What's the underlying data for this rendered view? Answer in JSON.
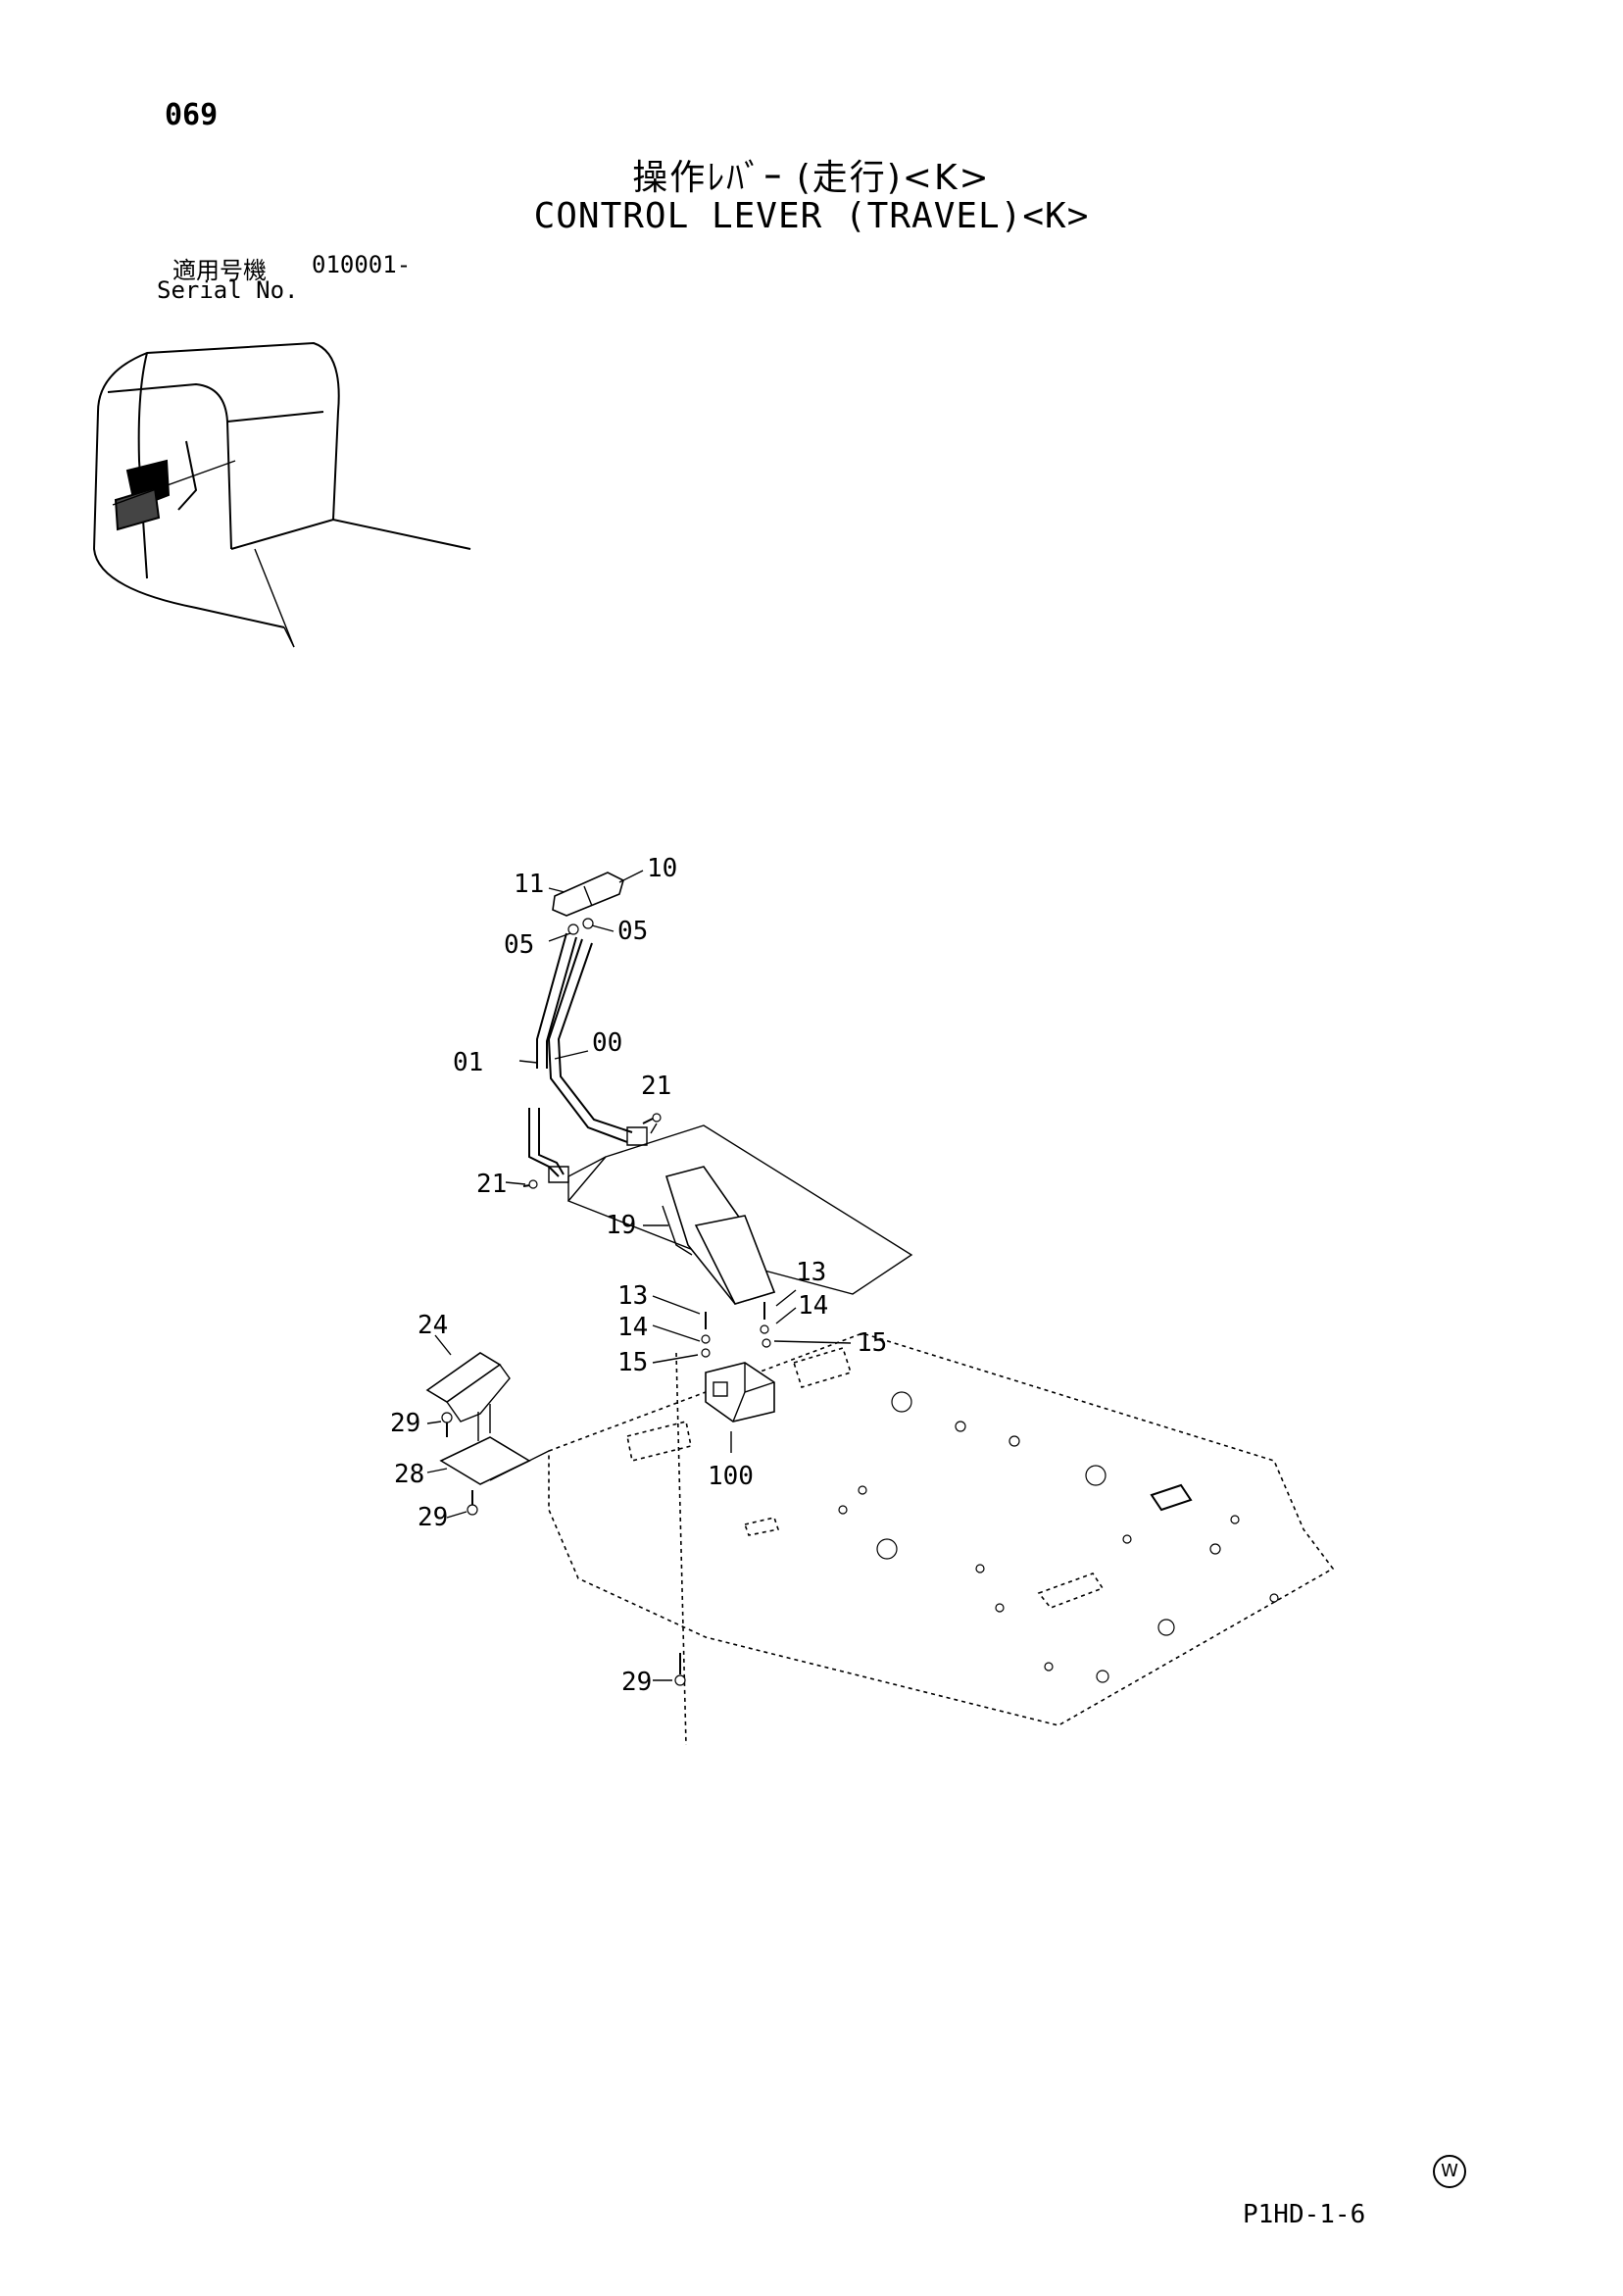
{
  "page_number": "069",
  "title_jp": "操作ﾚﾊﾞｰ (走行)<K>",
  "title_en": "CONTROL LEVER (TRAVEL)<K>",
  "serial": {
    "label_jp": "適用号機",
    "value": "010001-",
    "label_en": "Serial No."
  },
  "part_labels": [
    "11",
    "10",
    "05",
    "05",
    "01",
    "00",
    "21",
    "21",
    "19",
    "13",
    "13",
    "14",
    "14",
    "15",
    "15",
    "24",
    "29",
    "28",
    "29",
    "100",
    "29"
  ],
  "publisher_mark": "W",
  "diagram_code": "P1HD-1-6"
}
